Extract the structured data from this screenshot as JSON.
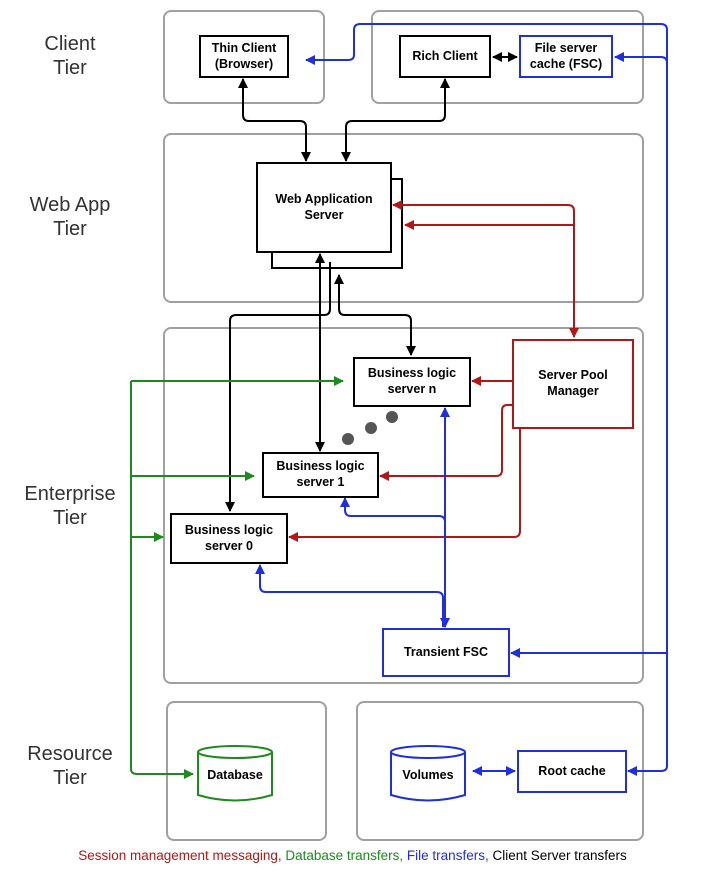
{
  "tiers": {
    "client": "Client\nTier",
    "webapp": "Web App\nTier",
    "enterprise": "Enterprise\nTier",
    "resource": "Resource\nTier"
  },
  "nodes": {
    "thin_client": "Thin Client\n(Browser)",
    "rich_client": "Rich Client",
    "file_server_cache": "File server\ncache (FSC)",
    "web_app_server": "Web Application\nServer",
    "server_pool_manager": "Server Pool\nManager",
    "bls_n": "Business logic\nserver n",
    "bls_1": "Business logic\nserver 1",
    "bls_0": "Business logic\nserver 0",
    "transient_fsc": "Transient FSC",
    "database": "Database",
    "volumes": "Volumes",
    "root_cache": "Root cache"
  },
  "legend": {
    "session": "Session management messaging,",
    "database": " Database transfers,",
    "file": " File transfers,",
    "client": " Client Server transfers"
  },
  "colors": {
    "session": "#b01818",
    "database": "#1e8a1e",
    "file": "#1f2fdc",
    "client": "#000000",
    "zone_border": "#a0a0a0",
    "dots": "#555555"
  }
}
